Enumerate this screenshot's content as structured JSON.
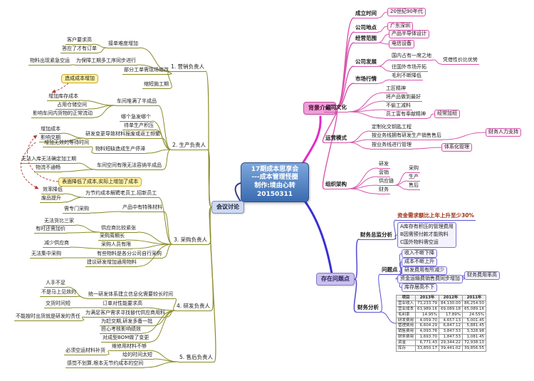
{
  "center": {
    "l1": "17期成本思享会",
    "l2": "---成本管理怪圈",
    "l3": "制作:境由心转",
    "l4": "20150311"
  },
  "discussion": {
    "label": "会议讨论"
  },
  "marketing": {
    "label": "1. 营销负责人",
    "order_hard": "接单难度增加",
    "client_high": "客户要求高",
    "promise": "答应了才有订单",
    "parallel": "为保障工期多工序同步进行",
    "urgent_air": "物料出现紧急空运",
    "onsite": "部分工单需现场修改",
    "schedule": "缩短施工期",
    "callout": "造成成本增加"
  },
  "production": {
    "label": "2. 生产负责人",
    "wip_full": "车间堆满了半成品",
    "inv_cost": "增加库存成本",
    "space": "占用仓储空间",
    "flow": "影响车间内货物的正常流动",
    "urgent_first": "哪个急发哪个",
    "backlog": "待单生产积压",
    "rd_change": "研发变更导致材料报废或返工频繁",
    "cost_up": "增加成本",
    "delay": "影响交期",
    "shortage": "物料短缺造成生产停滞",
    "wait": "增加无效的等待时间",
    "no_space": "车间空间有限无法容纳半成品",
    "no_stockin": "无法入库无法确定加工期",
    "logistics": "物流不通畅"
  },
  "purchasing": {
    "label": "3. 采购负责人",
    "callout": "表面降低了成本,实际上增加了成本",
    "layoff": "为节约成本解聘老员工,招新员工",
    "eff_down": "效率降低",
    "defect_up": "废品提升",
    "special_mat": "产品中有特殊材料",
    "special_buy": "需专门采购",
    "supplier_tight": "供应商比较紧张",
    "no_compare": "无法货比三家",
    "price_up": "有时还需加价",
    "cycle_long": "采购周期长",
    "staff_limit": "采购人员有限",
    "fewer_suppliers": "减少供应商",
    "branch_buy": "有些物料是各分公司自行采购",
    "no_central": "无法集中采购",
    "common_mat": "建议研发增加通用物料"
  },
  "rnd": {
    "label": "4. 研发负责人",
    "unify": "统一研发体系建立信息化需要较长时间",
    "short_hand": "人手不足",
    "slow_effect": "不是马上见效的",
    "perf_high": "订单对性能要求高",
    "delivery_short": "交货时间短",
    "substitute": "为满足客户需求寻找替代供应商用料",
    "blame": "不能按时出货就是研发的责任",
    "extra_batch": "为赶交期,研发多备一批",
    "kpi": "担心考核影响绩效",
    "bom_change": "对成型BOM做了变更"
  },
  "aftersale": {
    "label": "5. 售后负责人",
    "repair_short": "维修用材料不够",
    "air_repair": "必须空运材料补货",
    "time_short": "给的时间太短",
    "no_saving": "感觉不划算,根本无节约成本的空间"
  },
  "bg": {
    "label": "背景介绍",
    "founded": {
      "k": "成立时间",
      "v": "20世纪90年代"
    },
    "location": {
      "k": "公司地点",
      "v": "广东深圳"
    },
    "scope": {
      "k": "经营范围",
      "v1": "产品半导体设计",
      "v2": "电信设备"
    },
    "develop": {
      "k": "公司发展",
      "v1": "国内占有一席之地",
      "v1a": "凭借性价比优势",
      "v2": "往国外市场开拓"
    },
    "market": {
      "k": "市场行情",
      "v": "毛利不断降低"
    },
    "culture": {
      "k": "公司文化",
      "i1": "工匠精神",
      "i2": "将产品做到最好",
      "i3": "不偷工减料",
      "i4": "员工富有奉献精神",
      "i4a": "经常加班"
    },
    "ops": {
      "k": "运营模式",
      "i1": "定制化交钥匙工程",
      "i2": "按业务线拥有研发生产销售售后",
      "i2a": "财务人力支持",
      "i3": "按业务线进行管理",
      "i3a": "体系化管理"
    },
    "org": {
      "k": "组织架构",
      "i1": "研发",
      "i2": "营销",
      "i3": "供应链",
      "i3a": "采购",
      "i3b": "生产",
      "i3c": "售后",
      "i4": "财务"
    }
  },
  "issues": {
    "label": "存在问题点",
    "cfo": {
      "k": "财务总监分析",
      "head": "资金需求额比上年上升至少30%",
      "a": "A库存有积压的管理费用",
      "b": "B因需预付款才能购料",
      "c": "C国外物料需空运"
    },
    "finance": {
      "k": "财务分析",
      "probs_k": "问题点",
      "p1": "收入不断下降",
      "p2": "成本不断上升",
      "p3": "研发费用有所减少",
      "p4": "资金运输费销售费同步增加",
      "p4a": "财务费用率高",
      "p5": "库存居高不下"
    },
    "table": {
      "headers": [
        "项目",
        "2013年",
        "2012年",
        "2011年"
      ],
      "rows": [
        [
          "营业收入",
          "73,233.79",
          "84,130.00",
          "86,254.50"
        ],
        [
          "营业成本",
          "63,989.16",
          "69,089.18",
          "65,089.16"
        ],
        [
          "毛利率",
          "14.95%",
          "17.89%",
          "24.55%"
        ],
        [
          "研发费用",
          "4,059.70",
          "4,657.13",
          "5,001.45"
        ],
        [
          "管理费用",
          "6,604.29",
          "6,847.12",
          "5,881.45"
        ],
        [
          "销售费用",
          "4,093.78",
          "3,847.53",
          "3,328.98"
        ],
        [
          "财务费用",
          "1,693.70",
          "1,847.53",
          "1,081.45"
        ],
        [
          "资金",
          "6,771.43",
          "29,344.22",
          "72,938.10"
        ],
        [
          "库存",
          "33,850.17",
          "39,441.02",
          "39,856.55"
        ]
      ]
    }
  },
  "colors": {
    "center_fill": "#4f81bd",
    "bg_branch": "#e428c8",
    "issues_branch": "#3a2fd4",
    "left_lines": "#8b8b2a",
    "pink_lines": "#d856ae",
    "blue_lines": "#5b53cf",
    "callout_fill": "#fff3a8"
  }
}
